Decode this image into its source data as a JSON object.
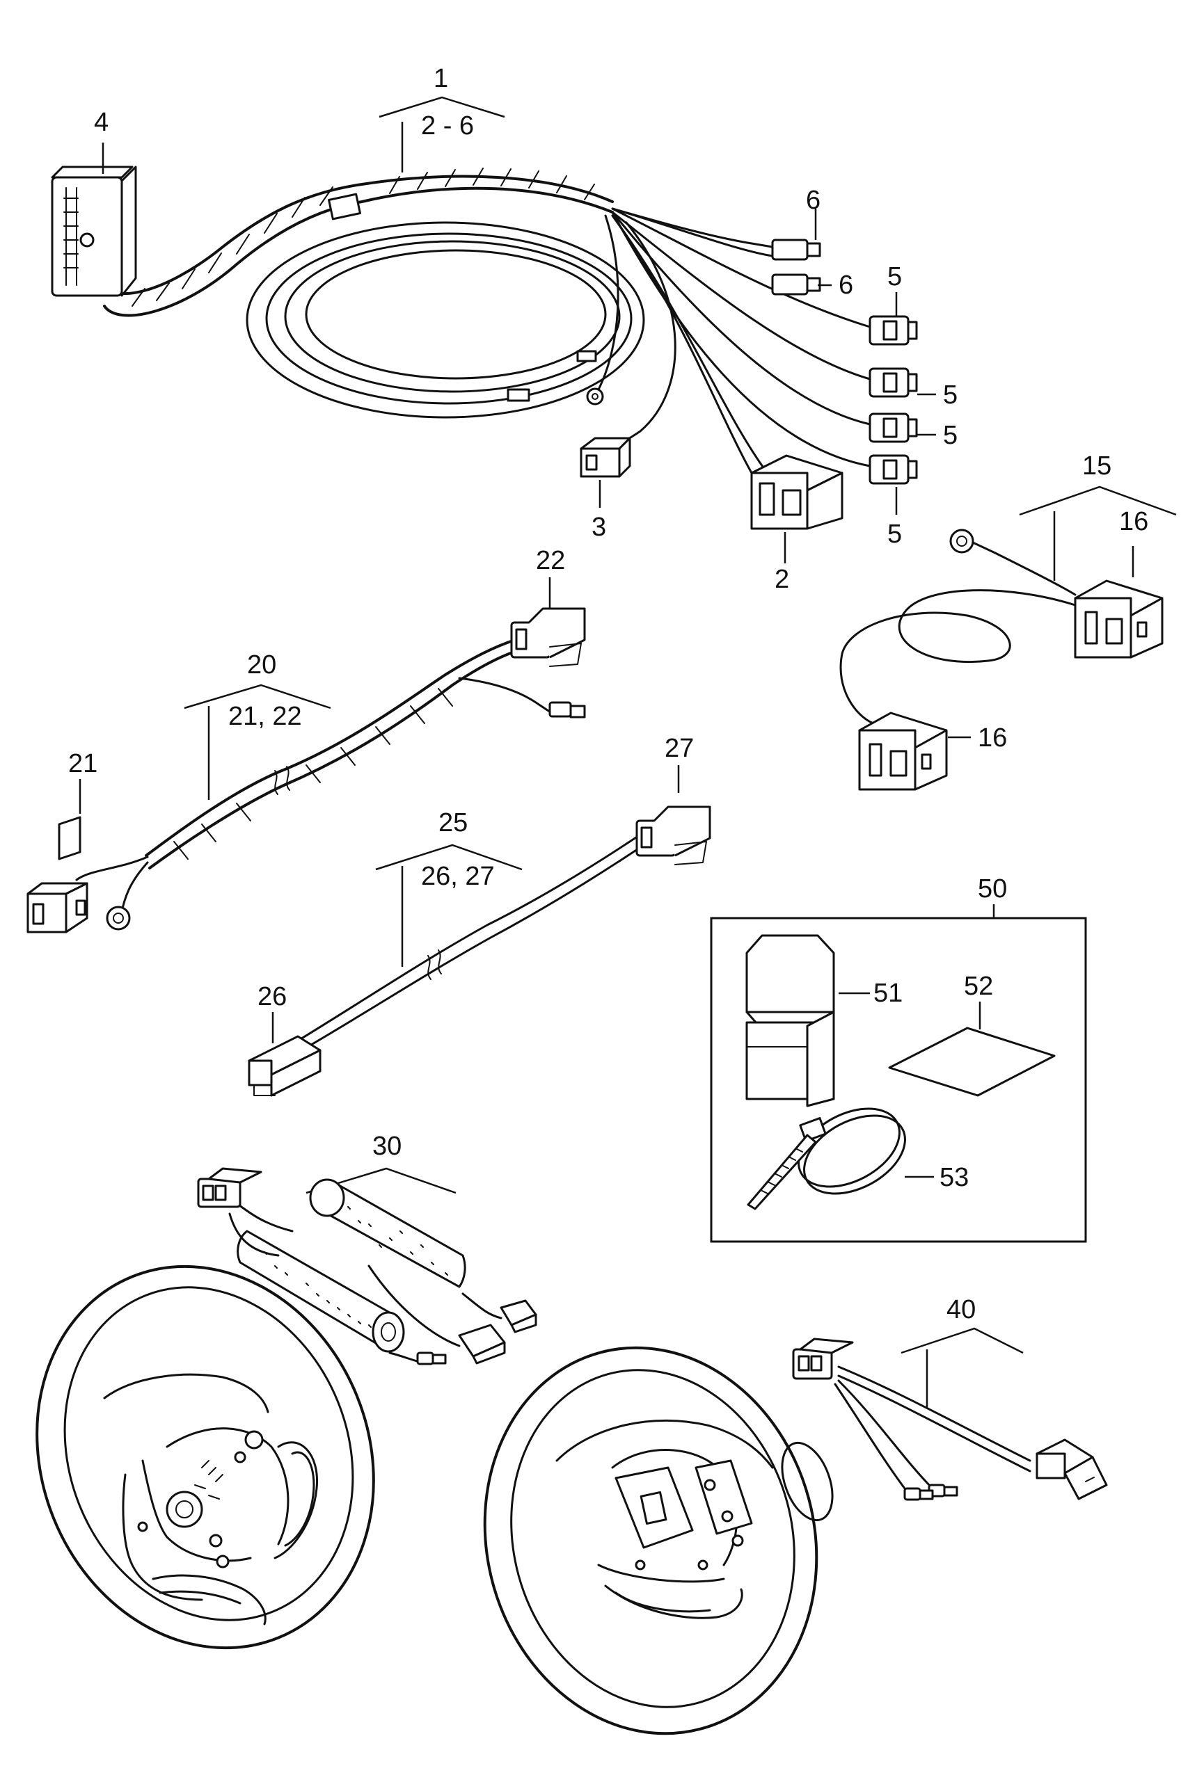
{
  "diagram": {
    "callouts": [
      {
        "id": "1",
        "label": "1",
        "sub": "2 - 6"
      },
      {
        "id": "2",
        "label": "2"
      },
      {
        "id": "3",
        "label": "3"
      },
      {
        "id": "4",
        "label": "4"
      },
      {
        "id": "5a",
        "label": "5"
      },
      {
        "id": "5b",
        "label": "5"
      },
      {
        "id": "5c",
        "label": "5"
      },
      {
        "id": "5d",
        "label": "5"
      },
      {
        "id": "6a",
        "label": "6"
      },
      {
        "id": "6b",
        "label": "6"
      },
      {
        "id": "15",
        "label": "15"
      },
      {
        "id": "16a",
        "label": "16"
      },
      {
        "id": "16b",
        "label": "16"
      },
      {
        "id": "20",
        "label": "20",
        "sub": "21, 22"
      },
      {
        "id": "21",
        "label": "21"
      },
      {
        "id": "22",
        "label": "22"
      },
      {
        "id": "25",
        "label": "25",
        "sub": "26, 27"
      },
      {
        "id": "26",
        "label": "26"
      },
      {
        "id": "27",
        "label": "27"
      },
      {
        "id": "30",
        "label": "30"
      },
      {
        "id": "40",
        "label": "40"
      },
      {
        "id": "50",
        "label": "50"
      },
      {
        "id": "51",
        "label": "51"
      },
      {
        "id": "52",
        "label": "52"
      },
      {
        "id": "53",
        "label": "53"
      }
    ]
  }
}
